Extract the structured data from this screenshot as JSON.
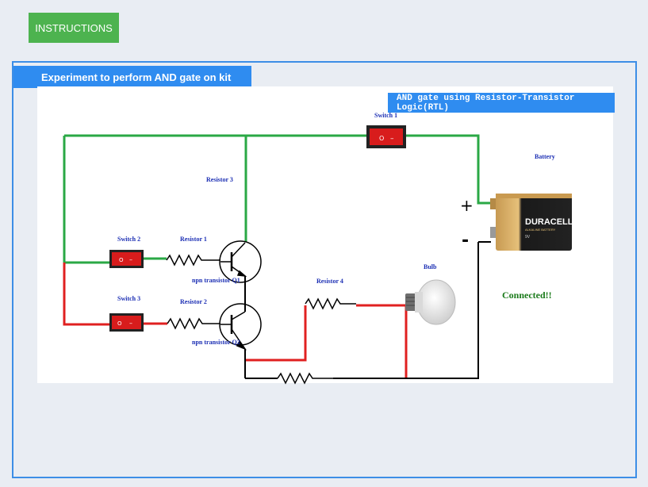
{
  "header": {
    "instructions_label": "INSTRUCTIONS"
  },
  "panel": {
    "title": "Experiment to perform AND gate on kit"
  },
  "diagram": {
    "title": "AND gate using Resistor-Transistor Logic(RTL)",
    "switch1_label": "Switch 1",
    "switch2_label": "Switch 2",
    "switch3_label": "Switch 3",
    "resistor1_label": "Resistor 1",
    "resistor2_label": "Resistor 2",
    "resistor3_label": "Resistor 3",
    "resistor4_label": "Resistor 4",
    "q1_label": "npn transistor Q1",
    "q2_label": "npn transistor Q2",
    "bulb_label": "Bulb",
    "battery_label": "Battery",
    "battery_brand": "DURACELL",
    "battery_sub": "ALKALINE BATTERY",
    "battery_volt": "9V",
    "plus_sign": "+",
    "minus_sign": "-",
    "status": "Connected!!",
    "switch_on_glyph": "O",
    "switch_off_glyph": "–",
    "colors": {
      "wire_green": "#2aa845",
      "wire_red": "#e02020",
      "wire_black": "#000000",
      "status": "#1a7a1a"
    }
  }
}
